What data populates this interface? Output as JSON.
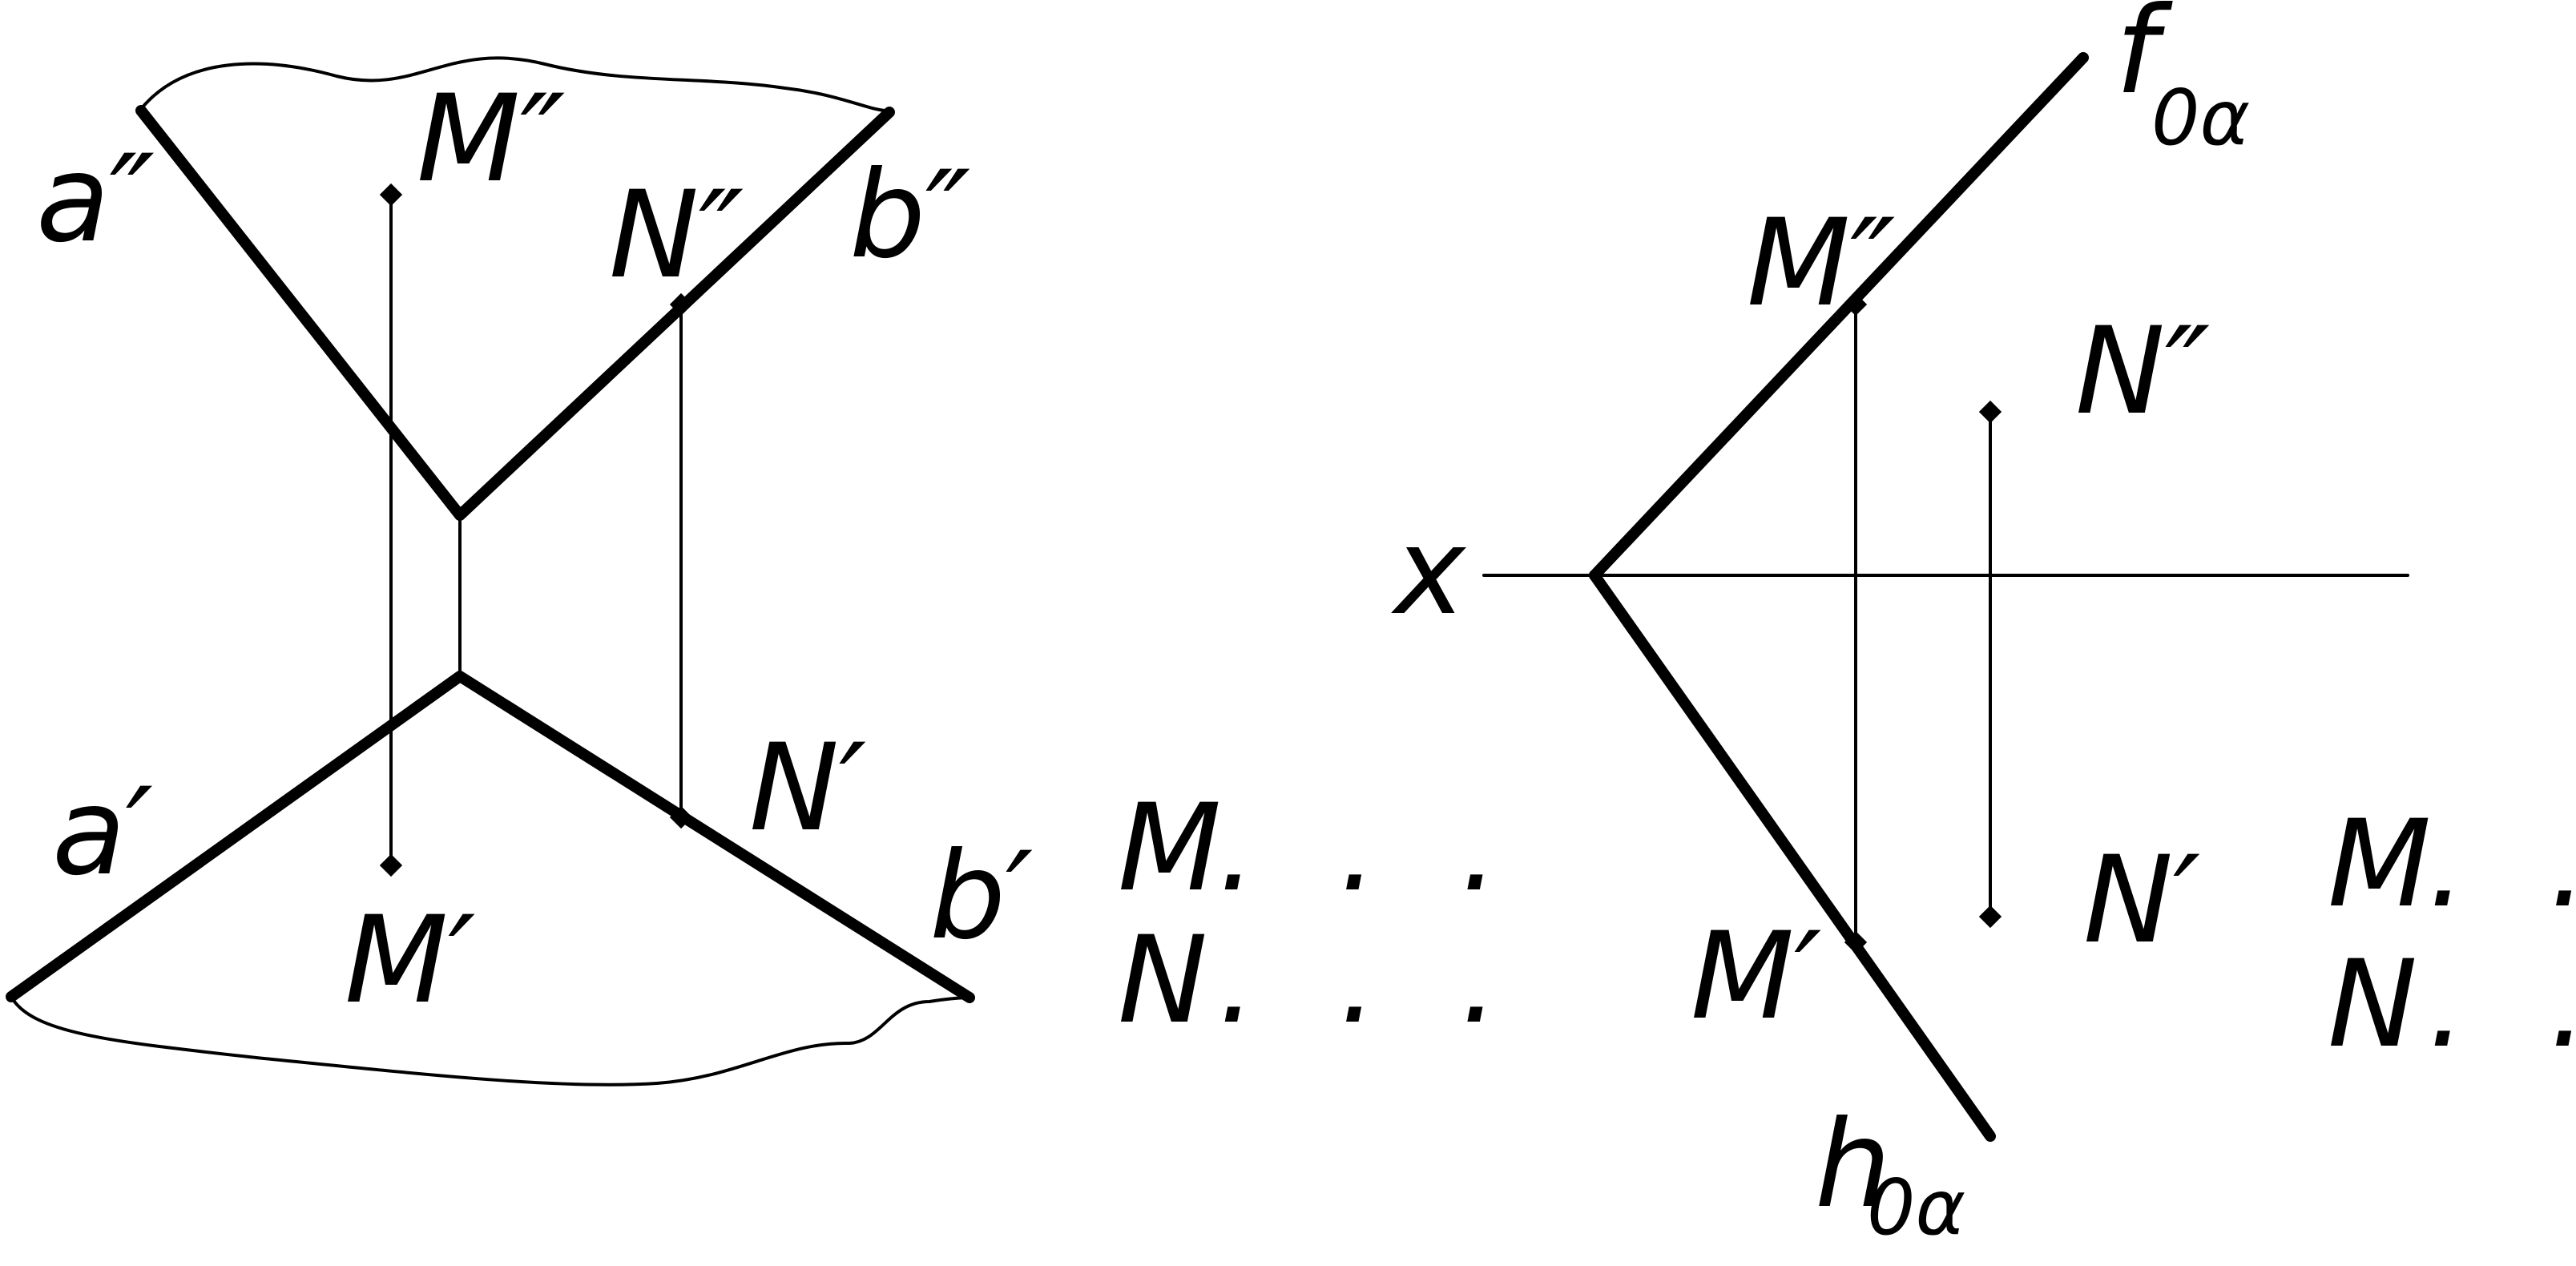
{
  "left_figure": {
    "labels": {
      "a_front": "a″",
      "b_front": "b″",
      "a_top": "a′",
      "b_top": "b′",
      "M_front": "M″",
      "N_front": "N″",
      "M_top": "M′",
      "N_top": "N′"
    },
    "answers": {
      "M": "M",
      "N": "N",
      "dots": ". . ."
    }
  },
  "right_figure": {
    "axis_label": "x",
    "trace_f": {
      "main": "f",
      "sub": "0α"
    },
    "trace_h": {
      "main": "h",
      "sub": "0α"
    },
    "labels": {
      "M_front": "M″",
      "N_front": "N″",
      "M_top": "M′",
      "N_top": "N′"
    },
    "answers": {
      "M": "M",
      "N": "N",
      "dots": ". . ."
    }
  }
}
